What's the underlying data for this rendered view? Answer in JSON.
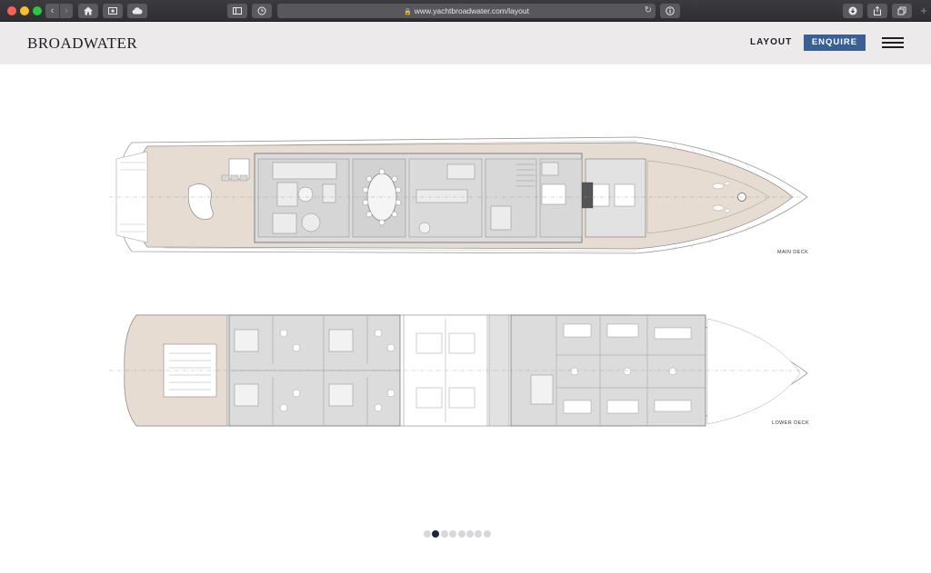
{
  "browser": {
    "url": "www.yachtbroadwater.com/layout",
    "lock_icon": "lock-icon",
    "reload_icon": "reload-icon"
  },
  "header": {
    "logo": "BROADWATER",
    "nav_layout": "LAYOUT",
    "enquire": "ENQUIRE"
  },
  "decks": {
    "main_label": "MAIN DECK",
    "lower_label": "LOWER DECK"
  },
  "carousel": {
    "slide_count": 8,
    "active_index": 1
  },
  "colors": {
    "accent": "#3a5f94",
    "deck_beige": "#e6dcd1",
    "room_gray": "#dcdcdc",
    "active_dot": "#20263a"
  }
}
